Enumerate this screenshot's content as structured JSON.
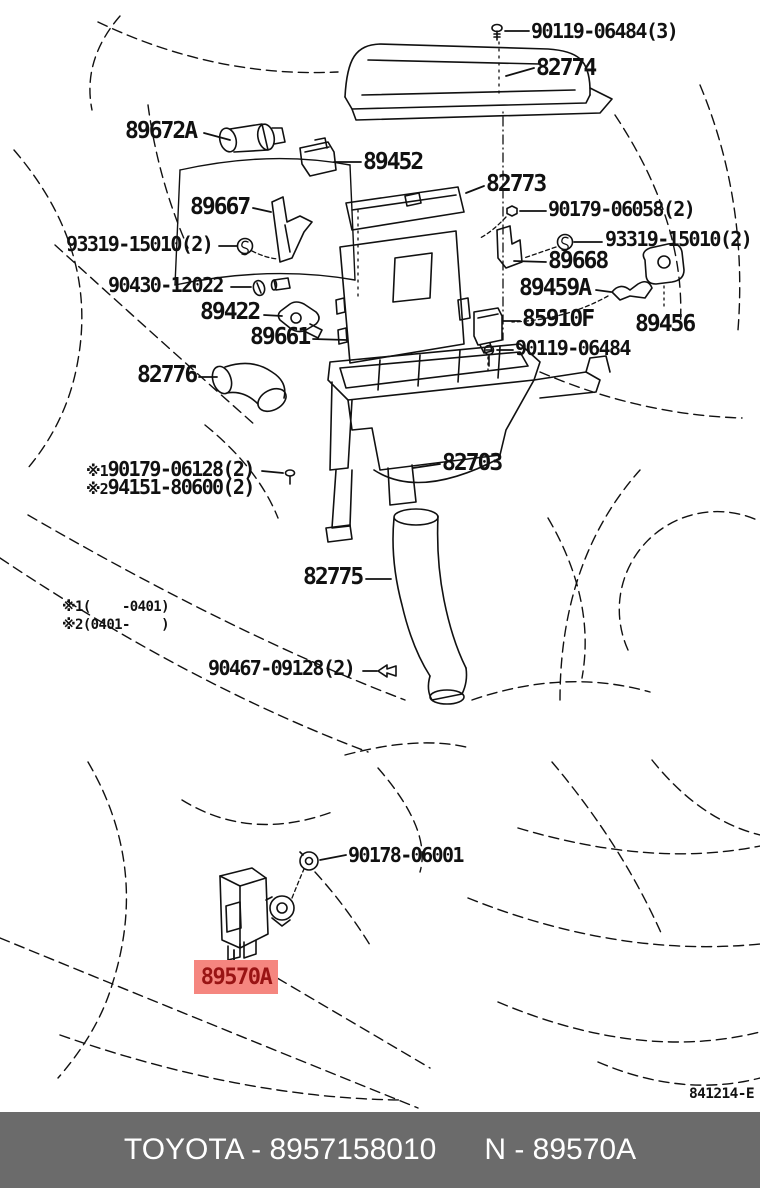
{
  "figure": {
    "ref_code": "841214-E"
  },
  "footer": {
    "left": "TOYOTA - 8957158010",
    "right": "N - 89570A",
    "bg_color": "#6b6b6b",
    "text_color": "#ffffff"
  },
  "highlight": {
    "bg_color": "#f5867f",
    "text_color": "#991414"
  },
  "line_color": "#111111",
  "notes": [
    {
      "text": "※1(    -0401)"
    },
    {
      "text": "※2(0401-    )"
    }
  ],
  "icons": {
    "screw": "screw-icon",
    "nut": "nut-icon",
    "s_clip": "s-clip-icon",
    "washer": "washer-icon",
    "grommet": "grommet-icon",
    "clip": "clip-icon"
  },
  "labels": [
    {
      "text": "90119-06484(3)"
    },
    {
      "text": "82774"
    },
    {
      "text": "89672A"
    },
    {
      "text": "89452"
    },
    {
      "text": "82773"
    },
    {
      "text": "89667"
    },
    {
      "text": "93319-15010(2)"
    },
    {
      "text": "90430-12022"
    },
    {
      "text": "89422"
    },
    {
      "text": "89661"
    },
    {
      "text": "82776"
    },
    {
      "text": "90179-06058(2)"
    },
    {
      "text": "93319-15010(2)"
    },
    {
      "text": "89668"
    },
    {
      "text": "89459A"
    },
    {
      "text": "85910F"
    },
    {
      "text": "89456"
    },
    {
      "text": "90119-06484"
    },
    {
      "text": "82703"
    },
    {
      "prefix": "※1",
      "text": "90179-06128(2)"
    },
    {
      "prefix": "※2",
      "text": "94151-80600(2)"
    },
    {
      "text": "82775"
    },
    {
      "text": "90467-09128(2)"
    },
    {
      "text": "90178-06001"
    },
    {
      "text": "89570A",
      "highlighted": true
    }
  ]
}
